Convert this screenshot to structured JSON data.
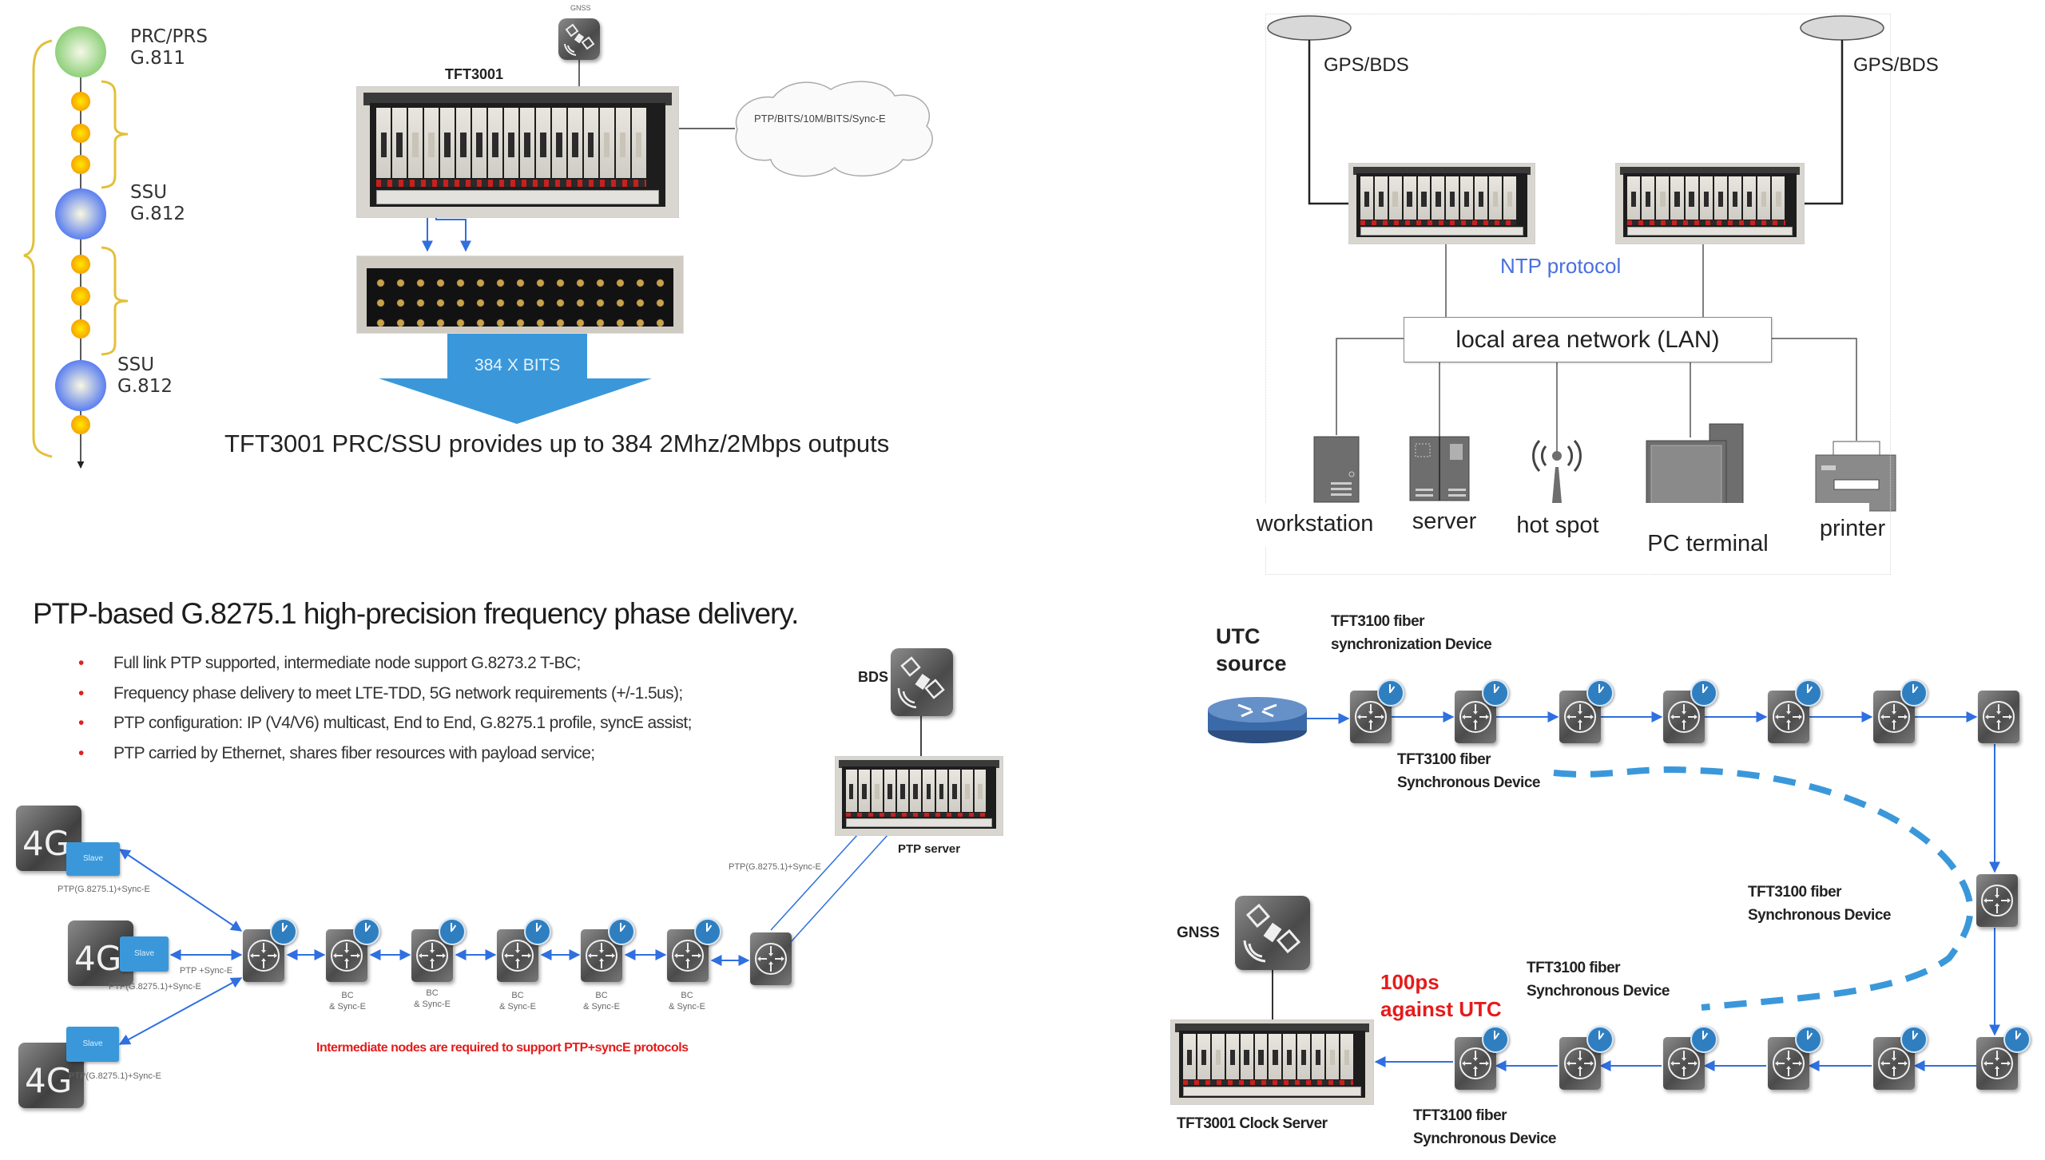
{
  "panels": {
    "hierarchy": {
      "nodes": [
        {
          "name": "PRC/PRS",
          "standard": "G.811",
          "type": "prc",
          "color": "#8fd07a"
        },
        {
          "name": "SSU",
          "standard": "G.812",
          "type": "ssu",
          "color": "#5b7ff0"
        },
        {
          "name": "SSU",
          "standard": "G.812",
          "type": "ssu",
          "color": "#5b7ff0"
        }
      ],
      "relay_color": "#f7b500",
      "brace_color": "#e2c03a"
    },
    "bits_output": {
      "gnss_label": "GNSS",
      "device_label": "TFT3001",
      "cloud_text": "PTP/BITS/10M/BITS/Sync-E",
      "arrow_text": "384 X BITS",
      "arrow_color": "#3a98da",
      "caption": "TFT3001 PRC/SSU provides up to 384 2Mhz/2Mbps outputs"
    },
    "ntp": {
      "antenna_labels": [
        "GPS/BDS",
        "GPS/BDS"
      ],
      "protocol_label": "NTP protocol",
      "protocol_color": "#4a6fe0",
      "lan_label": "local area network (LAN)",
      "devices": [
        {
          "label": "workstation",
          "icon": "workstation-icon"
        },
        {
          "label": "server",
          "icon": "server-icon"
        },
        {
          "label": "hot spot",
          "icon": "hotspot-icon"
        },
        {
          "label": "PC terminal",
          "icon": "pc-terminal-icon"
        },
        {
          "label": "printer",
          "icon": "printer-icon"
        }
      ]
    },
    "ptp": {
      "title": "PTP-based G.8275.1 high-precision frequency phase delivery.",
      "bullets": [
        "Full link PTP supported, intermediate node support G.8273.2  T-BC;",
        "Frequency phase delivery to meet LTE-TDD, 5G network requirements (+/-1.5us);",
        "PTP configuration: IP (V4/V6) multicast, End to End, G.8275.1  profile, syncE assist;",
        "PTP carried by Ethernet, shares fiber resources with payload service;"
      ],
      "bullet_color": "#e02020",
      "bds_label": "BDS",
      "server_label": "PTP server",
      "server_link_label": "PTP(G.8275.1)+Sync-E",
      "base_stations": [
        {
          "icon_text": "4G",
          "slave_label": "Slave",
          "link_label": "PTP(G.8275.1)+Sync-E"
        },
        {
          "icon_text": "4G",
          "slave_label": "Slave",
          "link_label": "PTP(G.8275.1)+Sync-E",
          "link_label_2": "PTP +Sync-E"
        },
        {
          "icon_text": "4G",
          "slave_label": "Slave",
          "link_label": "PTP(G.8275.1)+Sync-E"
        }
      ],
      "bc_nodes": [
        {
          "line1": "BC",
          "line2": "& Sync-E"
        },
        {
          "line1": "BC",
          "line2": "& Sync-E"
        },
        {
          "line1": "BC",
          "line2": "& Sync-E"
        },
        {
          "line1": "BC",
          "line2": "& Sync-E"
        },
        {
          "line1": "BC",
          "line2": "& Sync-E"
        }
      ],
      "note": "Intermediate nodes are required to support PTP+syncE protocols",
      "note_color": "#e51b1b"
    },
    "fiber": {
      "utc_line1": "UTC",
      "utc_line2": "source",
      "top_title_line1": "TFT3100 fiber",
      "top_title_line2": "synchronization Device",
      "labels": [
        {
          "line1": "TFT3100 fiber",
          "line2": "Synchronous Device"
        },
        {
          "line1": "TFT3100 fiber",
          "line2": "Synchronous Device"
        },
        {
          "line1": "TFT3100 fiber",
          "line2": "Synchronous Device"
        },
        {
          "line1": "TFT3100 fiber",
          "line2": "Synchronous Device"
        }
      ],
      "gnss_label": "GNSS",
      "accuracy_line1": "100ps",
      "accuracy_line2": "against UTC",
      "accuracy_color": "#e51b1b",
      "server_label": "TFT3001  Clock Server",
      "link_color": "#2f6fe0",
      "dash_color": "#3a98da"
    }
  }
}
